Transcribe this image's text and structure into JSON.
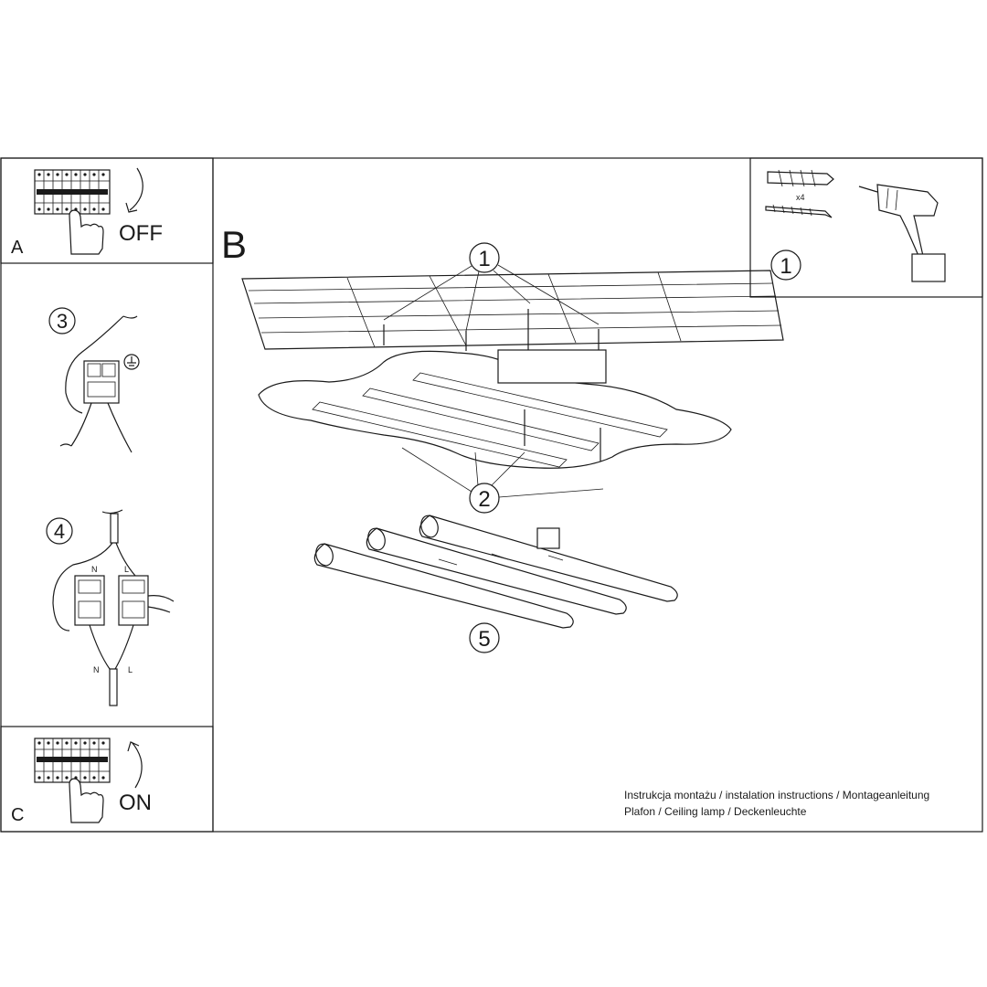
{
  "panels": {
    "a": {
      "letter": "A",
      "action": "OFF"
    },
    "c": {
      "letter": "C",
      "action": "ON"
    },
    "b": {
      "letter": "B"
    },
    "tools": {
      "step": "1",
      "quantity": "x4"
    }
  },
  "steps": {
    "s3": "3",
    "s4": "4",
    "s1": "1",
    "s2": "2",
    "s5": "5"
  },
  "wiring": {
    "n": "N",
    "l": "L"
  },
  "footer": {
    "line1": "Instrukcja montażu / instalation instructions / Montageanleitung",
    "line2": "Plafon / Ceiling lamp / Deckenleuchte"
  }
}
